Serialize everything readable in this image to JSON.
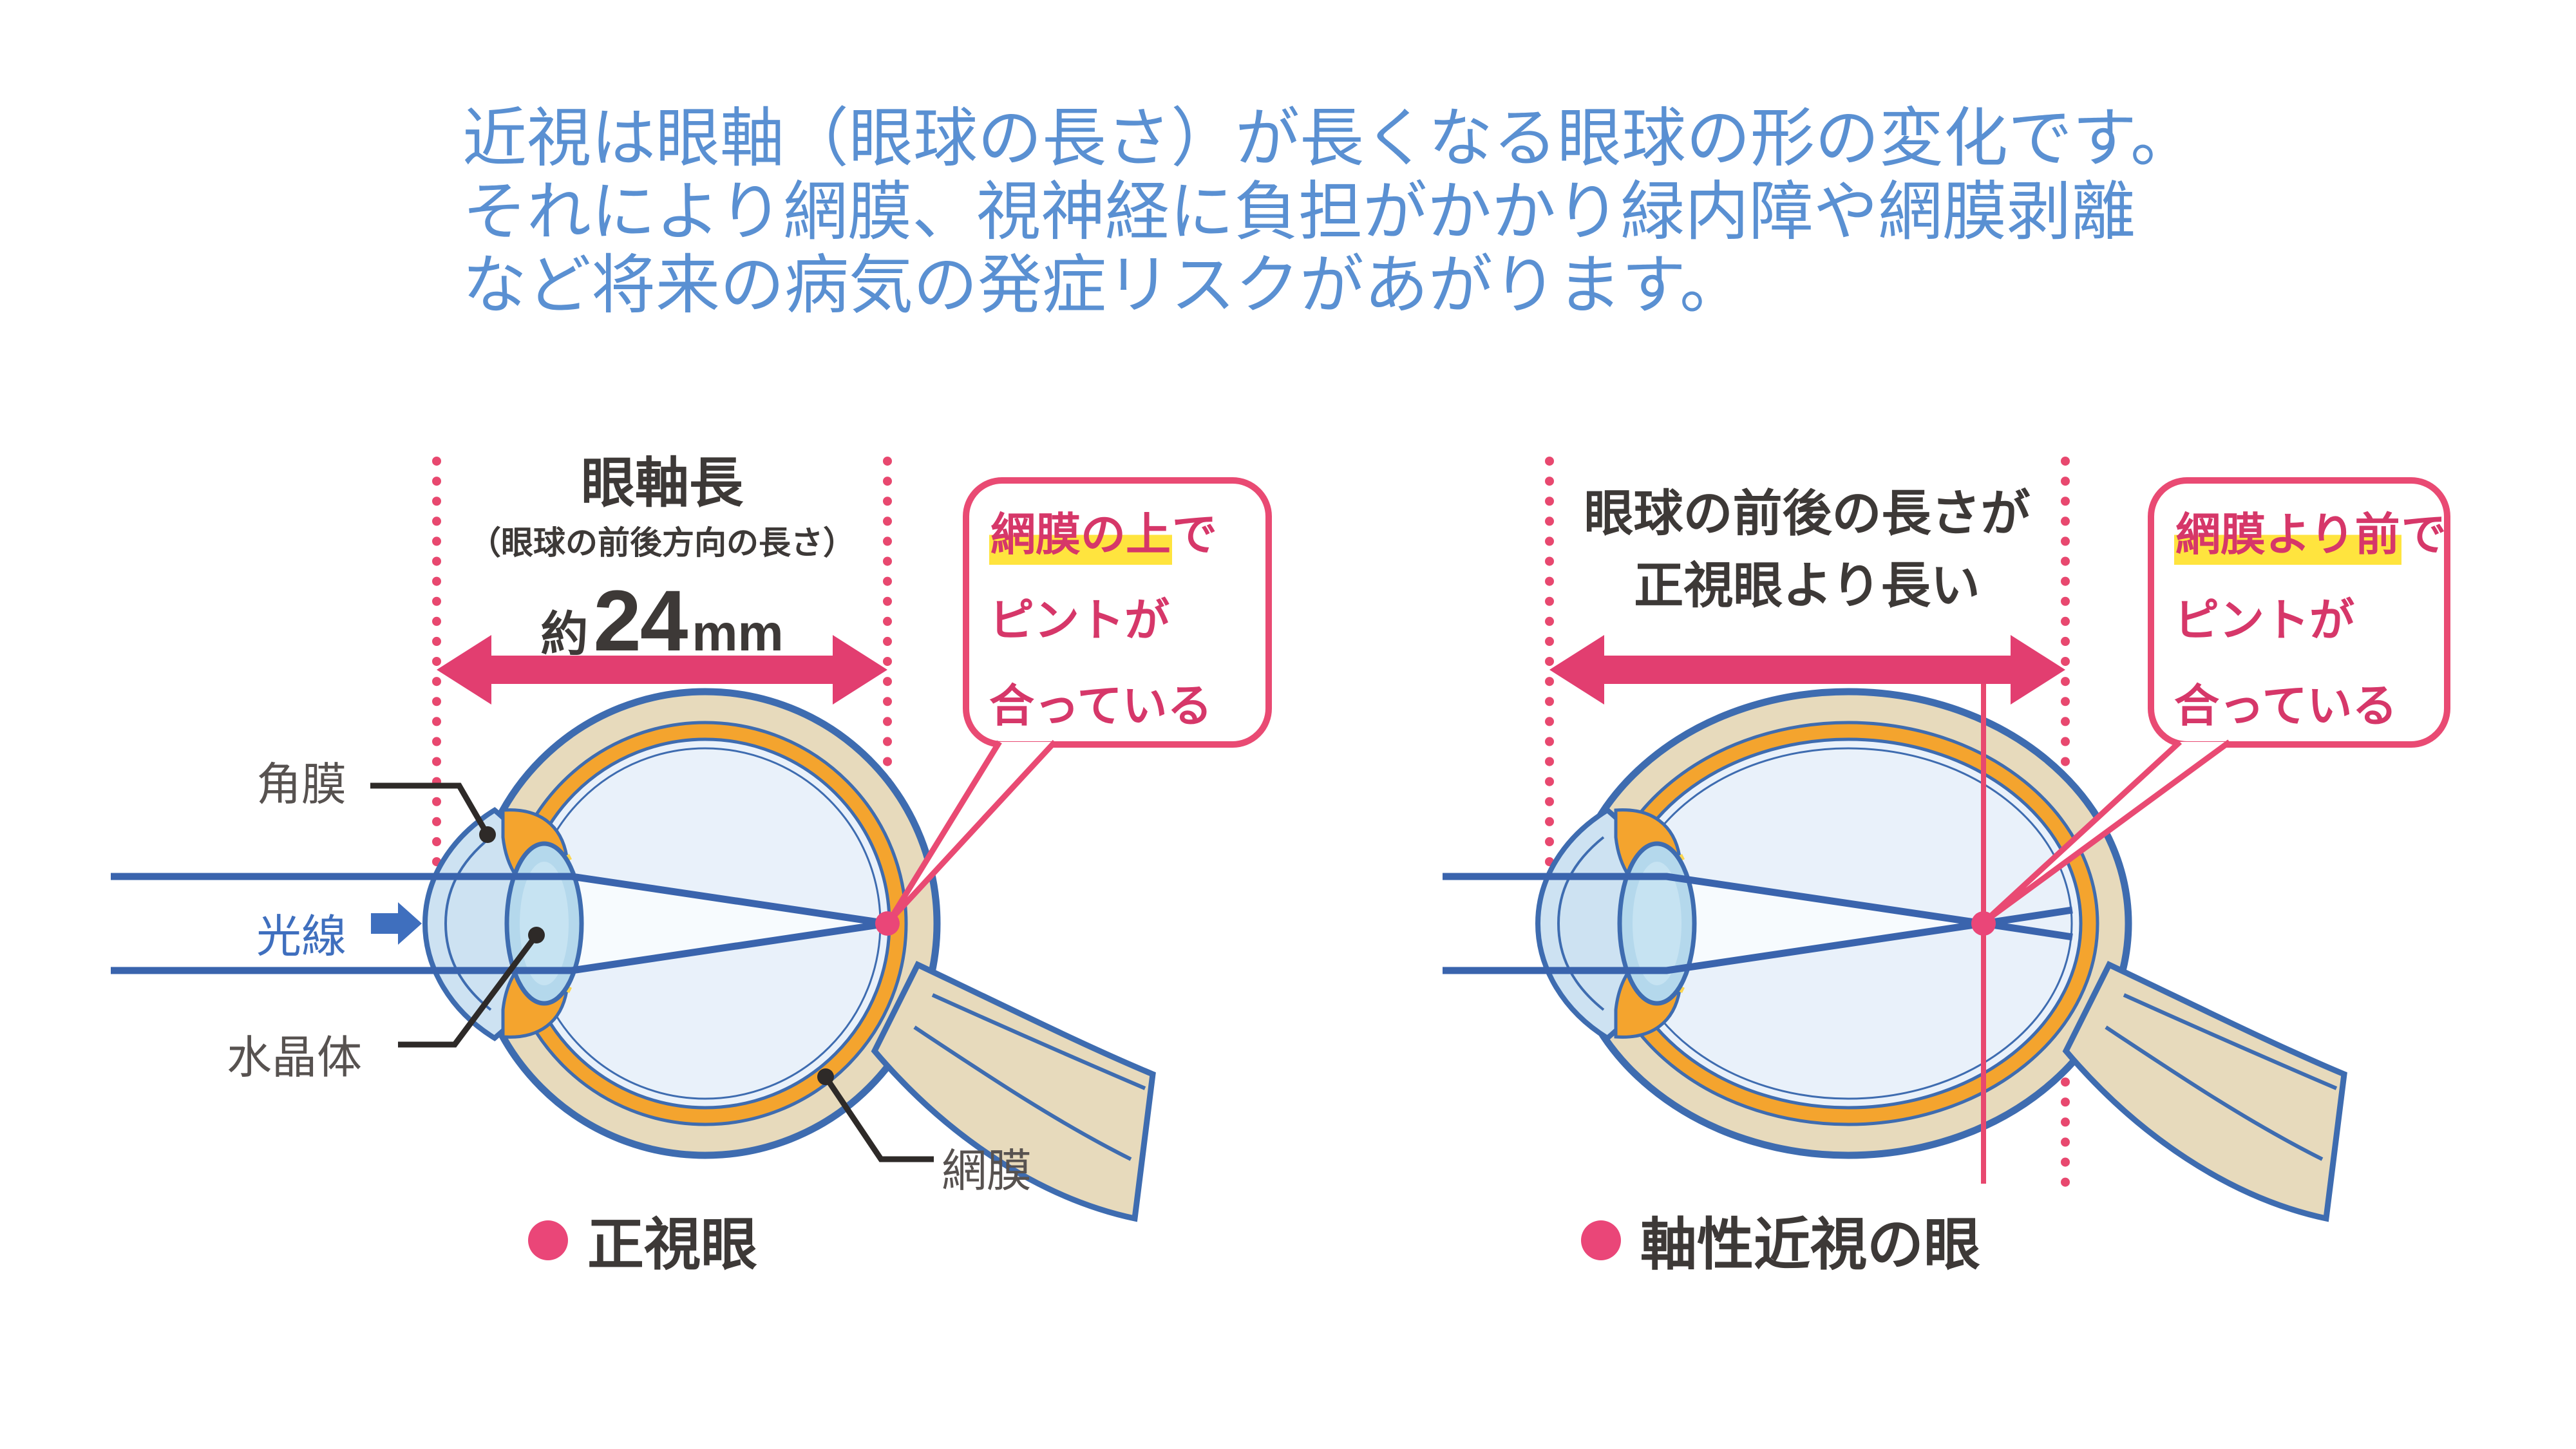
{
  "intro": {
    "lines": [
      "近視は眼軸（眼球の長さ）が長くなる眼球の形の変化です。",
      "それにより網膜、視神経に負担がかかり緑内障や網膜剥離",
      "など将来の病気の発症リスクがあがります。"
    ]
  },
  "left_diagram": {
    "measure": {
      "title": "眼軸長",
      "subtitle": "（眼球の前後方向の長さ）",
      "approx": "約",
      "value": "24",
      "unit": "mm"
    },
    "callout": {
      "highlight": "網膜の上",
      "rest": "で",
      "line2": "ピントが",
      "line3": "合っている"
    },
    "labels": {
      "cornea": "角膜",
      "light": "光線",
      "lens": "水晶体",
      "retina": "網膜"
    },
    "caption": "正視眼"
  },
  "right_diagram": {
    "measure": {
      "line1": "眼球の前後の長さが",
      "line2": "正視眼より長い"
    },
    "callout": {
      "highlight": "網膜より前",
      "rest": "で",
      "line2": "ピントが",
      "line3": "合っている"
    },
    "caption": "軸性近視の眼"
  },
  "icons": {
    "bullet": "filled-circle",
    "light_arrow": "right-arrow",
    "measure_arrow": "double-headed-arrow",
    "focus_dot": "focal-point-dot"
  },
  "colors": {
    "accent_pink": "#e23e70",
    "deep_pink_text": "#d63769",
    "heading_blue": "#5a90d2",
    "highlight_yellow": "#ffe43e",
    "outline_blue": "#3e6cb0",
    "eye_orange": "#f4a42e",
    "eye_tan": "#e7dabc",
    "text_dark": "#3d3937"
  }
}
